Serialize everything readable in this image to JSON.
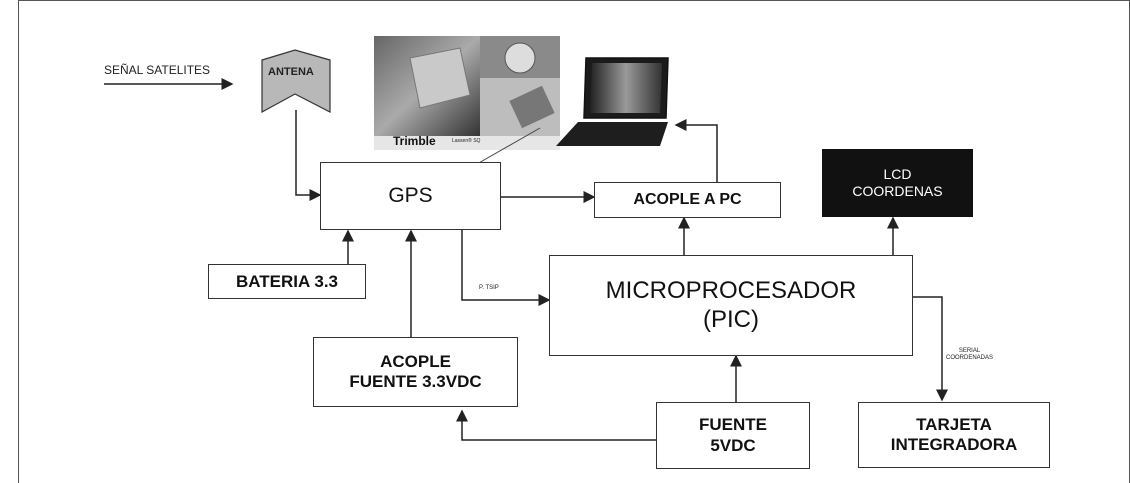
{
  "blocks": {
    "gps": "GPS",
    "acople_pc": "ACOPLE A PC",
    "lcd": "LCD\nCOORDENAS",
    "bateria": "BATERIA 3.3",
    "micro": "MICROPROCESADOR\n(PIC)",
    "acople_fuente": "ACOPLE\nFUENTE 3.3VDC",
    "fuente": "FUENTE\n5VDC",
    "tarjeta": "TARJETA\nINTEGRADORA",
    "antena": "ANTENA"
  },
  "labels": {
    "senal": "SEÑAL SATELITES",
    "ptsip": "P. TSIP",
    "serial": "SERIAL\nCOORDENADAS",
    "trimble": "Trimble",
    "trimble_sub": "Lassen® SQ"
  },
  "colors": {
    "line": "#222222",
    "lcd_bg": "#111111",
    "antenna_fill": "#b8b8b8"
  }
}
